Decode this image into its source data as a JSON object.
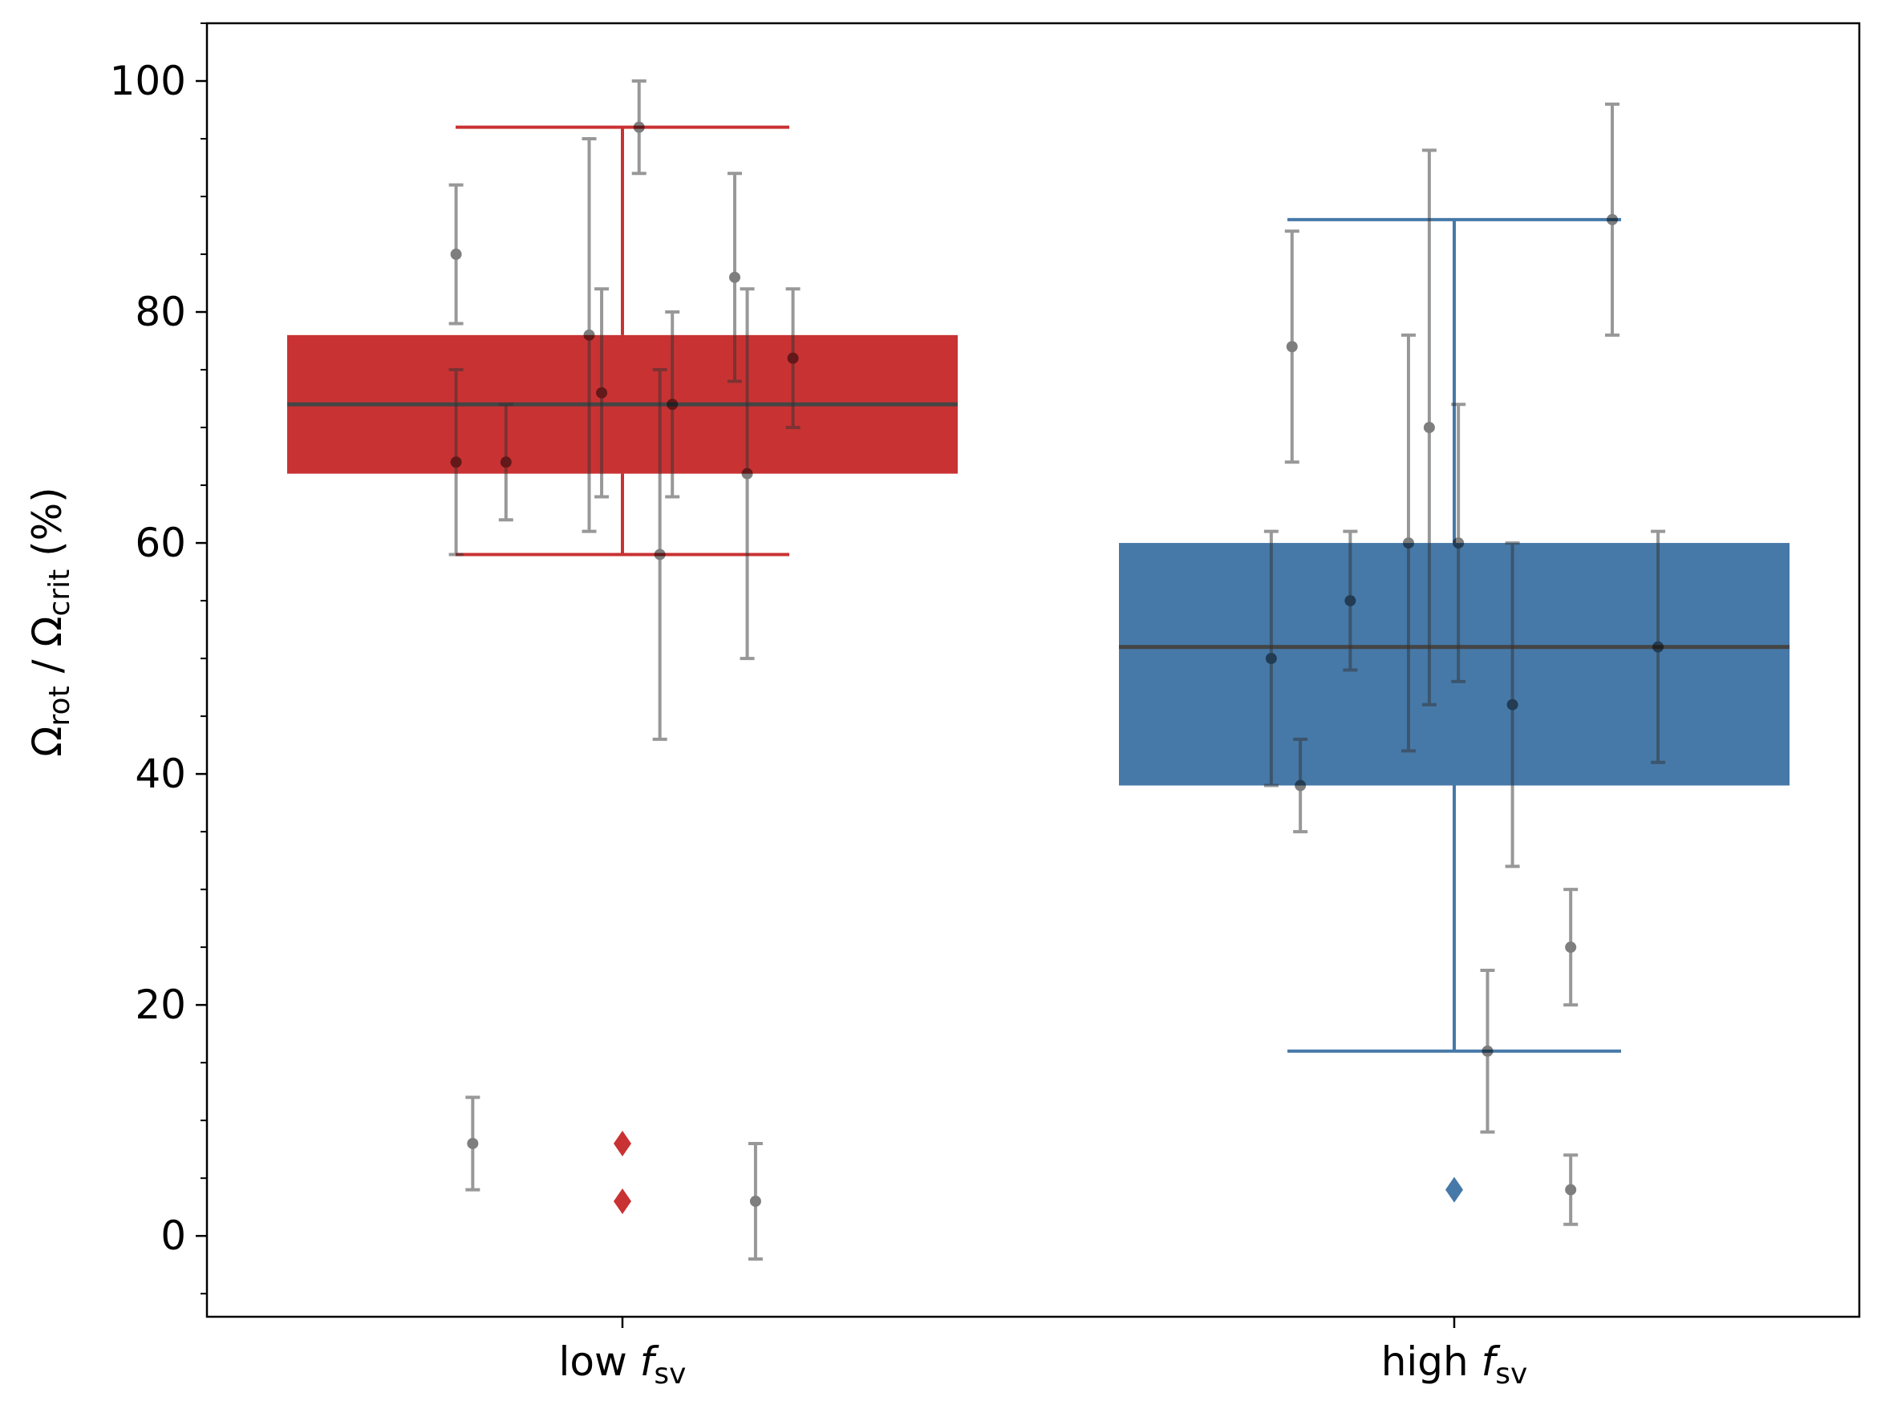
{
  "chart_data": {
    "type": "box",
    "categories": [
      {
        "key": "low",
        "base": "low ",
        "sym": "f",
        "sub": "sv"
      },
      {
        "key": "high",
        "base": "high ",
        "sym": "f",
        "sub": "sv"
      }
    ],
    "ylabel": {
      "omega": "Ω",
      "num_sub": "rot",
      "slash": " / ",
      "den_sub": "crit",
      "unit": " (%)"
    },
    "ylim": [
      -7,
      105
    ],
    "yticks": [
      0,
      20,
      40,
      60,
      80,
      100
    ],
    "yminor_step": 5,
    "boxes": [
      {
        "name": "low",
        "color": "#c93233",
        "q1": 66,
        "median": 72,
        "q3": 78,
        "whisker_low": 59,
        "whisker_high": 96,
        "outliers": [
          8,
          3
        ]
      },
      {
        "name": "high",
        "color": "#4679a8",
        "q1": 39,
        "median": 51,
        "q3": 60,
        "whisker_low": 16,
        "whisker_high": 88,
        "outliers": [
          4
        ]
      }
    ],
    "points": [
      {
        "group": 0,
        "offset": -0.2,
        "y": 85,
        "err_lo": 6,
        "err_hi": 6
      },
      {
        "group": 0,
        "offset": -0.2,
        "y": 67,
        "err_lo": 8,
        "err_hi": 8
      },
      {
        "group": 0,
        "offset": -0.18,
        "y": 8,
        "err_lo": 4,
        "err_hi": 4
      },
      {
        "group": 0,
        "offset": -0.14,
        "y": 67,
        "err_lo": 5,
        "err_hi": 5
      },
      {
        "group": 0,
        "offset": -0.04,
        "y": 78,
        "err_lo": 17,
        "err_hi": 17
      },
      {
        "group": 0,
        "offset": -0.025,
        "y": 73,
        "err_lo": 9,
        "err_hi": 9
      },
      {
        "group": 0,
        "offset": 0.02,
        "y": 96,
        "err_lo": 4,
        "err_hi": 4
      },
      {
        "group": 0,
        "offset": 0.045,
        "y": 59,
        "err_lo": 16,
        "err_hi": 16
      },
      {
        "group": 0,
        "offset": 0.06,
        "y": 72,
        "err_lo": 8,
        "err_hi": 8
      },
      {
        "group": 0,
        "offset": 0.135,
        "y": 83,
        "err_lo": 9,
        "err_hi": 9
      },
      {
        "group": 0,
        "offset": 0.15,
        "y": 66,
        "err_lo": 16,
        "err_hi": 16
      },
      {
        "group": 0,
        "offset": 0.16,
        "y": 3,
        "err_lo": 5,
        "err_hi": 5
      },
      {
        "group": 0,
        "offset": 0.205,
        "y": 76,
        "err_lo": 6,
        "err_hi": 6
      },
      {
        "group": 1,
        "offset": -0.22,
        "y": 50,
        "err_lo": 11,
        "err_hi": 11
      },
      {
        "group": 1,
        "offset": -0.195,
        "y": 77,
        "err_lo": 10,
        "err_hi": 10
      },
      {
        "group": 1,
        "offset": -0.185,
        "y": 39,
        "err_lo": 4,
        "err_hi": 4
      },
      {
        "group": 1,
        "offset": -0.125,
        "y": 55,
        "err_lo": 6,
        "err_hi": 6
      },
      {
        "group": 1,
        "offset": -0.055,
        "y": 60,
        "err_lo": 18,
        "err_hi": 18
      },
      {
        "group": 1,
        "offset": -0.03,
        "y": 70,
        "err_lo": 24,
        "err_hi": 24
      },
      {
        "group": 1,
        "offset": 0.005,
        "y": 60,
        "err_lo": 12,
        "err_hi": 12
      },
      {
        "group": 1,
        "offset": 0.04,
        "y": 16,
        "err_lo": 7,
        "err_hi": 7
      },
      {
        "group": 1,
        "offset": 0.07,
        "y": 46,
        "err_lo": 14,
        "err_hi": 14
      },
      {
        "group": 1,
        "offset": 0.14,
        "y": 25,
        "err_lo": 5,
        "err_hi": 5
      },
      {
        "group": 1,
        "offset": 0.14,
        "y": 4,
        "err_lo": 3,
        "err_hi": 3
      },
      {
        "group": 1,
        "offset": 0.19,
        "y": 88,
        "err_lo": 10,
        "err_hi": 10
      },
      {
        "group": 1,
        "offset": 0.245,
        "y": 51,
        "err_lo": 10,
        "err_hi": 10
      }
    ],
    "median_color": "#454545",
    "point_color": "#000000",
    "errorbar_color": "#7f7f7f"
  }
}
